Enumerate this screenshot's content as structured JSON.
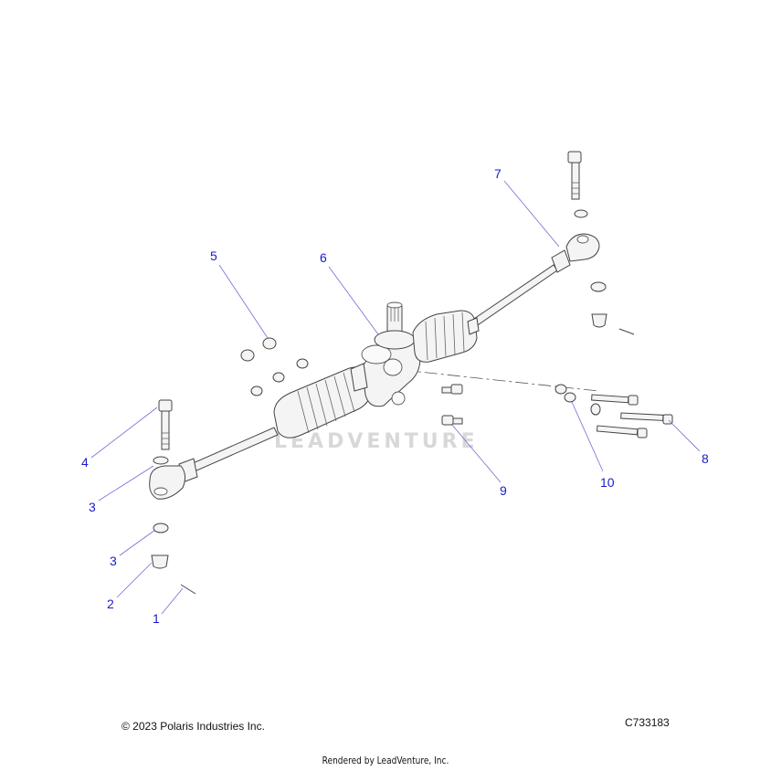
{
  "watermark": "LEADVENTURE",
  "callouts": [
    {
      "id": "c1",
      "label": "1"
    },
    {
      "id": "c2",
      "label": "2"
    },
    {
      "id": "c3a",
      "label": "3"
    },
    {
      "id": "c3b",
      "label": "3"
    },
    {
      "id": "c4",
      "label": "4"
    },
    {
      "id": "c5",
      "label": "5"
    },
    {
      "id": "c6",
      "label": "6"
    },
    {
      "id": "c7",
      "label": "7"
    },
    {
      "id": "c8",
      "label": "8"
    },
    {
      "id": "c9",
      "label": "9"
    },
    {
      "id": "c10",
      "label": "10"
    }
  ],
  "footer": {
    "copyright": "© 2023 Polaris Industries Inc.",
    "diagram_id": "C733183",
    "rendered_by": "Rendered by LeadVenture, Inc."
  }
}
